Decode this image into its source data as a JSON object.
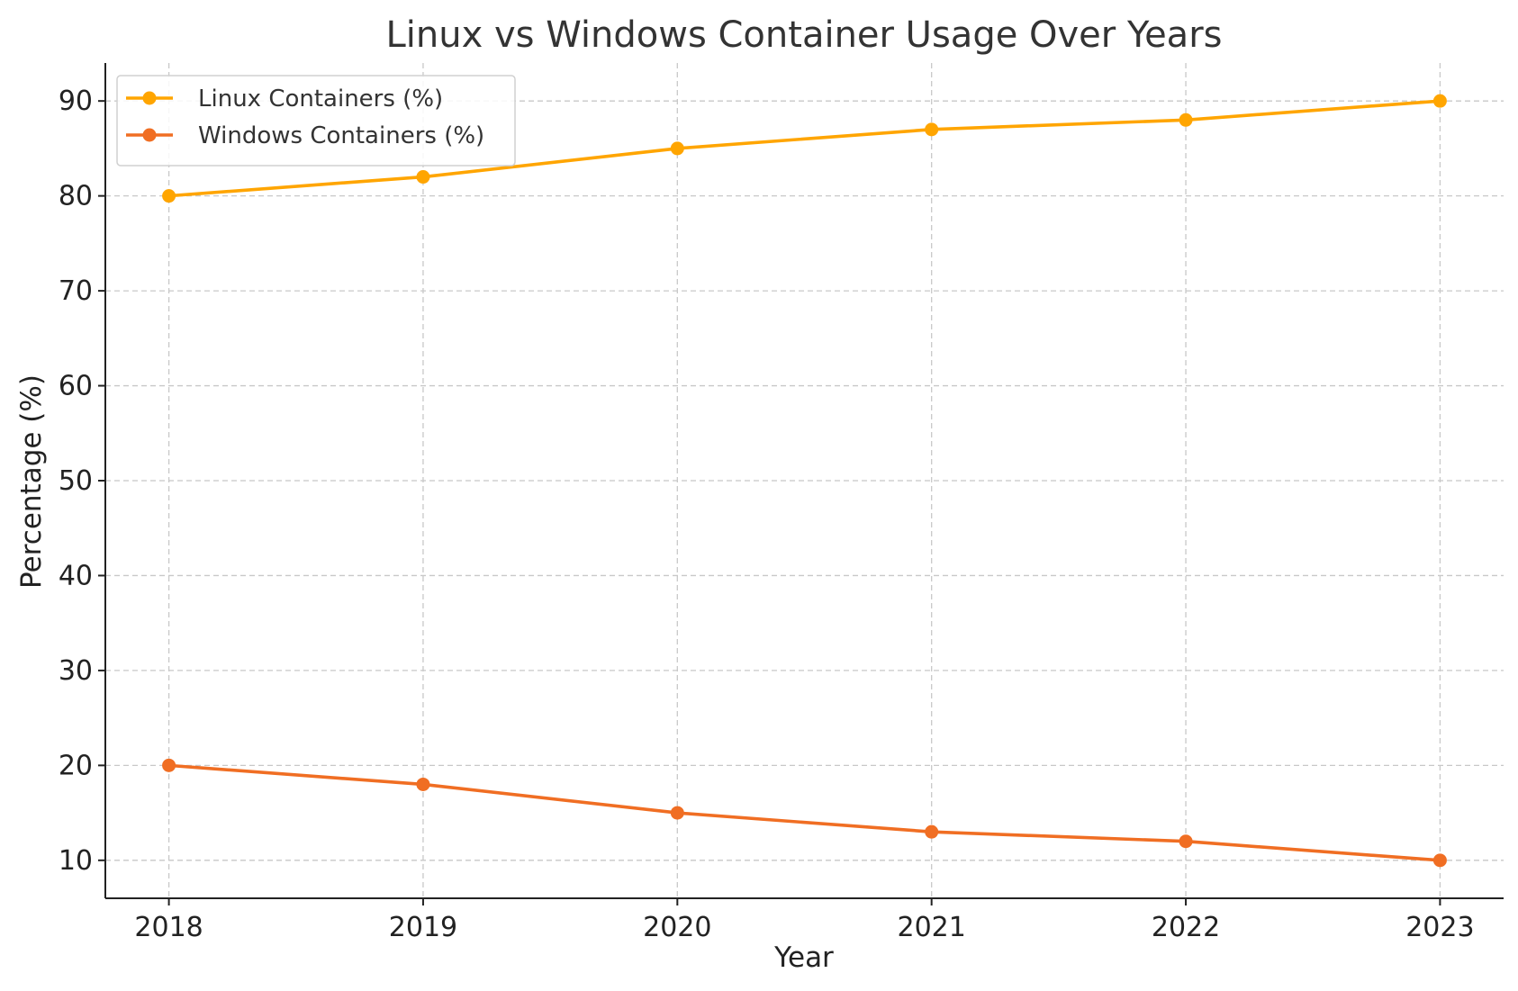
{
  "chart_data": {
    "type": "line",
    "title": "Linux vs Windows Container Usage Over Years",
    "xlabel": "Year",
    "ylabel": "Percentage (%)",
    "x": [
      2018,
      2019,
      2020,
      2021,
      2022,
      2023
    ],
    "xticks": [
      "2018",
      "2019",
      "2020",
      "2021",
      "2022",
      "2023"
    ],
    "yticks": [
      10,
      20,
      30,
      40,
      50,
      60,
      70,
      80,
      90
    ],
    "ylim": [
      6,
      94
    ],
    "xlim": [
      2017.75,
      2023.25
    ],
    "grid": true,
    "legend_position": "upper-left",
    "series": [
      {
        "name": "Linux Containers (%)",
        "color": "#FFA500",
        "values": [
          80,
          82,
          85,
          87,
          88,
          90
        ]
      },
      {
        "name": "Windows Containers (%)",
        "color": "#F06E23",
        "values": [
          20,
          18,
          15,
          13,
          12,
          10
        ]
      }
    ]
  }
}
